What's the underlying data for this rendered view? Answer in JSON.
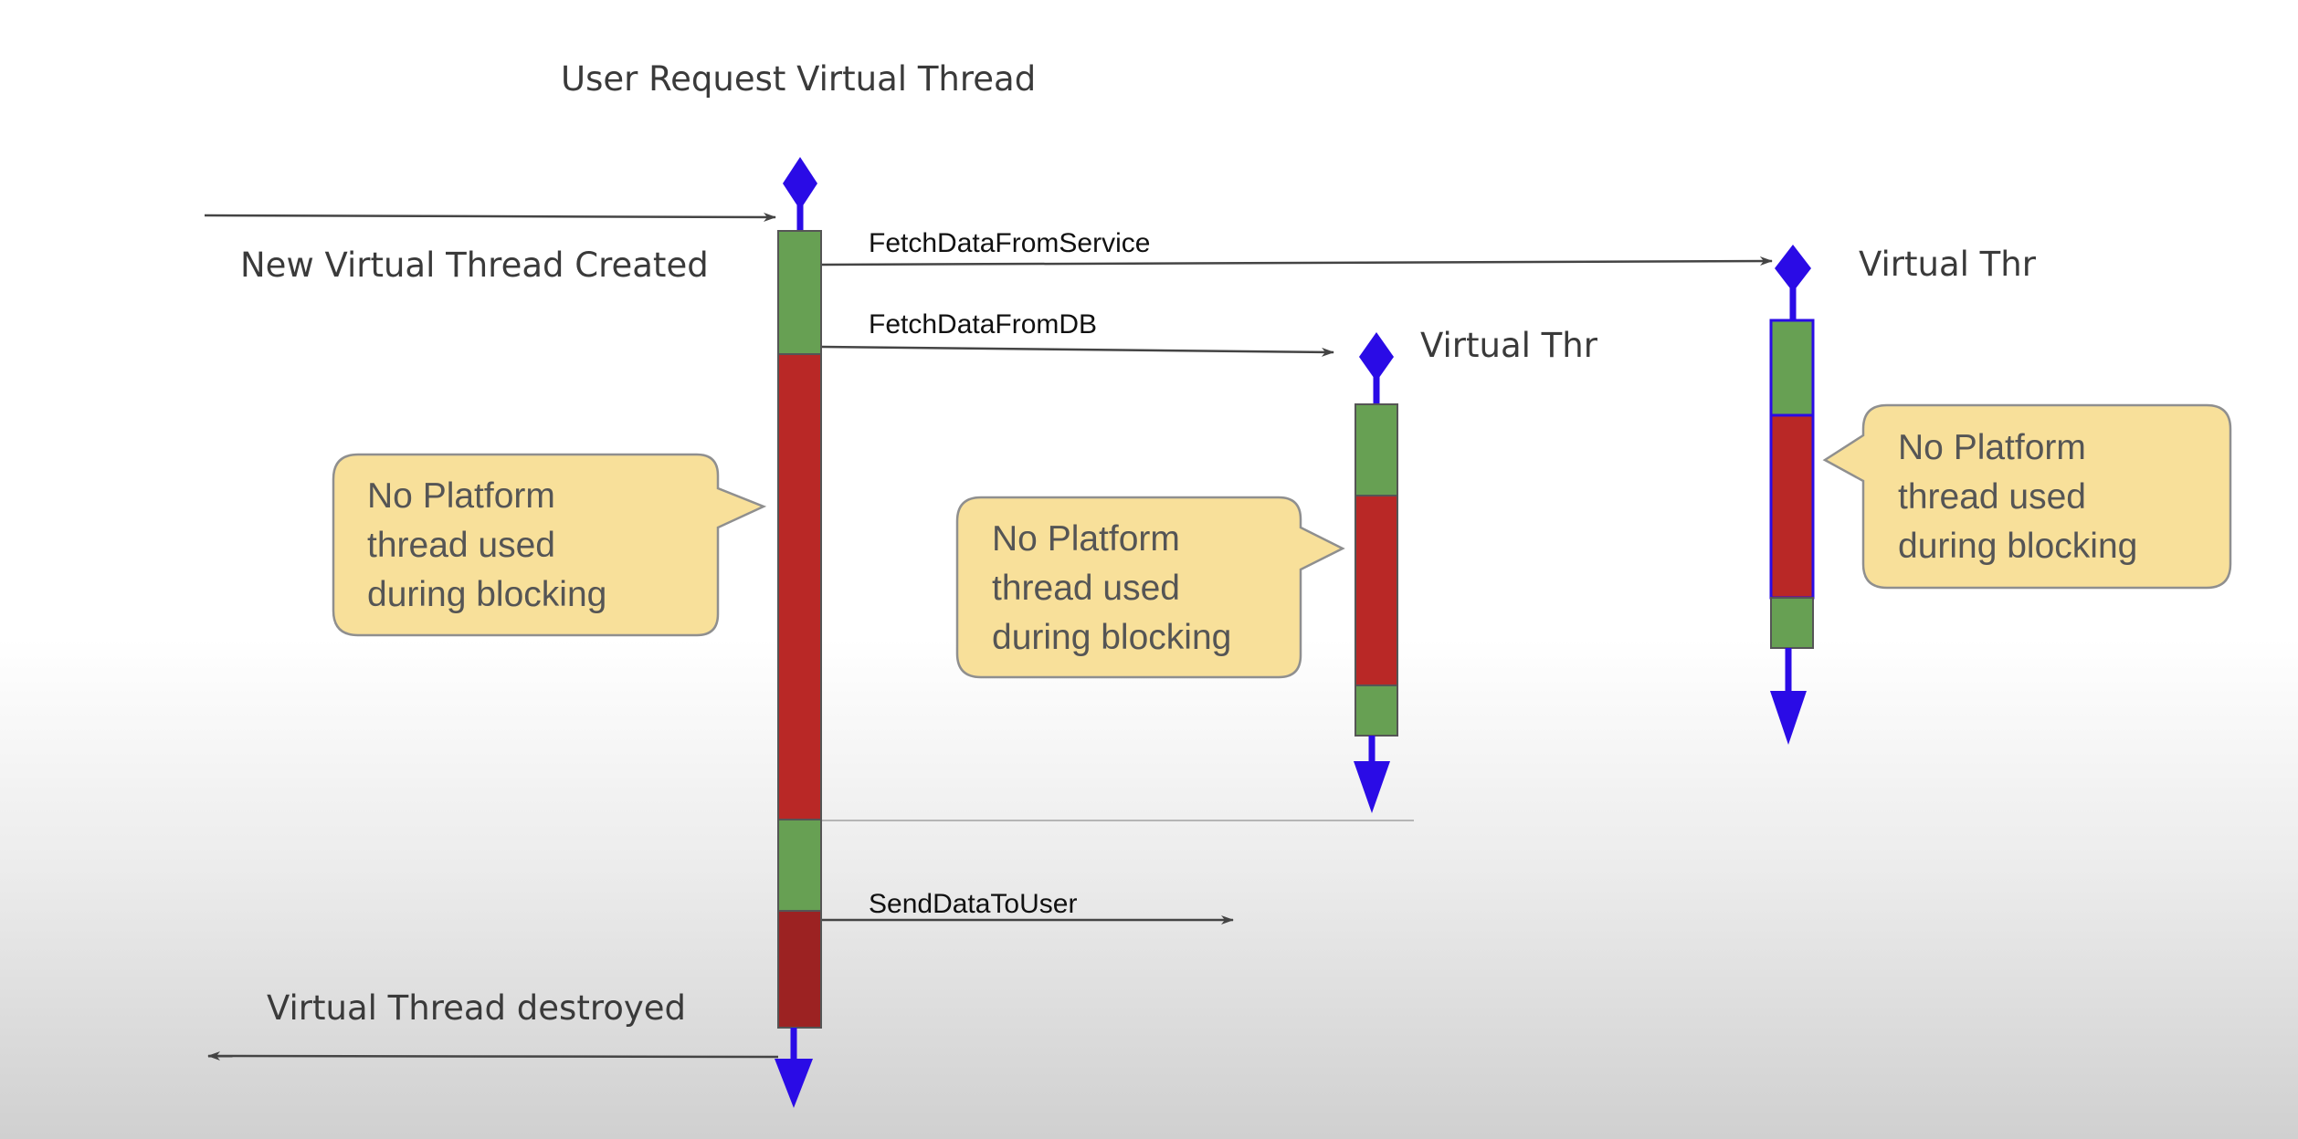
{
  "title": "User Request Virtual Thread",
  "labels": {
    "created": "New Virtual Thread Created",
    "destroyed": "Virtual Thread destroyed",
    "thread_b": "Virtual Thr",
    "thread_c": "Virtual Thr"
  },
  "calls": {
    "service": "FetchDataFromService",
    "db": "FetchDataFromDB",
    "send": "SendDataToUser"
  },
  "notes": [
    {
      "lines": [
        "No Platform",
        "thread used",
        "during blocking"
      ]
    },
    {
      "lines": [
        "No Platform",
        "thread used",
        "during blocking"
      ]
    },
    {
      "lines": [
        "No Platform",
        "thread used",
        "during blocking"
      ]
    }
  ],
  "colors": {
    "running": "#67a053",
    "blocked": "#b92826",
    "blocked_dark": "#9c2222",
    "lifeline": "#2a0be6",
    "arrow": "#444444",
    "note_fill": "#f8e09a",
    "note_stroke": "#8f8f8f"
  }
}
